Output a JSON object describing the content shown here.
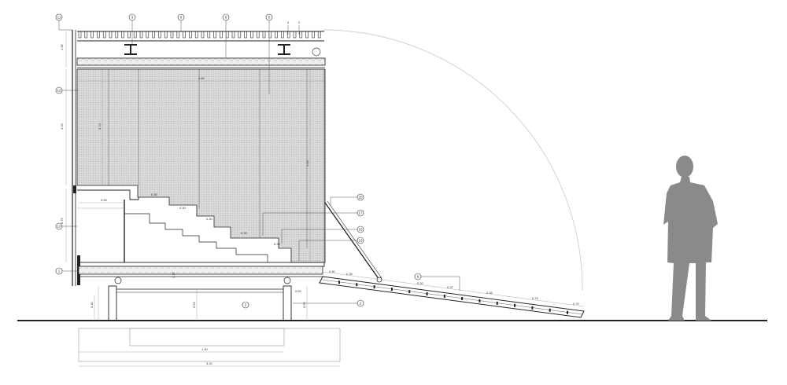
{
  "drawing": {
    "colors": {
      "ink": "#222222",
      "grating": "#d4d4d4",
      "insulation": "#e6e6e6",
      "figure": "#8a8a8a",
      "swing_arc": "#cfcfcf"
    },
    "tags_top": [
      "11",
      "3",
      "9",
      "6",
      "5"
    ],
    "tags_left": [
      "12",
      "10",
      "1"
    ],
    "tags_right": [
      "20",
      "17",
      "15",
      "19",
      "2",
      "5"
    ],
    "tags_small_top": [
      "4",
      "2"
    ],
    "tag_center": "2",
    "dimensions": {
      "wall_height_1": "1.35",
      "wall_height_2": "1.20",
      "wall_height_3": "0.75",
      "roof_width": "2.80",
      "panel_height": "3.70",
      "riser_height": "1.00",
      "step_1": "0.30",
      "step_2": "0.30",
      "step_3": "0.30",
      "step_4": "0.30",
      "step_5": "0.30",
      "landing_width": "0.90",
      "floor_thickness": "0.15",
      "base_height_1": "0.40",
      "base_height_2": "0.55",
      "base_height_3": "0.55",
      "base_width": "1.90",
      "total_width": "3.20",
      "ramp_1": "0.90",
      "ramp_2": "0.35",
      "ramp_3": "0.20",
      "ramp_4": "0.37",
      "ramp_5": "0.36",
      "ramp_6": "0.75",
      "ramp_7": "0.70",
      "beam_label": "0.52"
    }
  }
}
